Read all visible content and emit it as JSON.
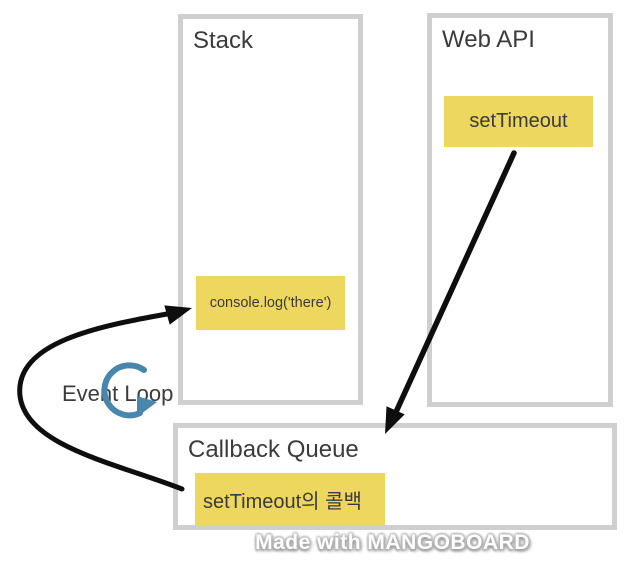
{
  "colors": {
    "highlight": "#edd75e",
    "box_border": "#cfcfcf",
    "text": "#3b3b3b",
    "arrow": "#0e0e0e",
    "loop_icon": "#4886ab",
    "watermark": "#ffffff"
  },
  "boxes": {
    "stack": {
      "title": "Stack"
    },
    "web_api": {
      "title": "Web API"
    },
    "callback_queue": {
      "title": "Callback Queue"
    }
  },
  "labels": {
    "set_timeout": "setTimeout",
    "console_log": "console.log('there')",
    "set_timeout_callback": "setTimeout의 콜백"
  },
  "event_loop": {
    "label": "Event Loop"
  },
  "icons": {
    "event_loop_icon": "circular-clockwise-loop-arrow",
    "stack_arrow": "curved-arrow-to-stack",
    "webapi_arrow": "diagonal-arrow-to-callback-queue"
  },
  "watermark": "Made with MANGOBOARD"
}
